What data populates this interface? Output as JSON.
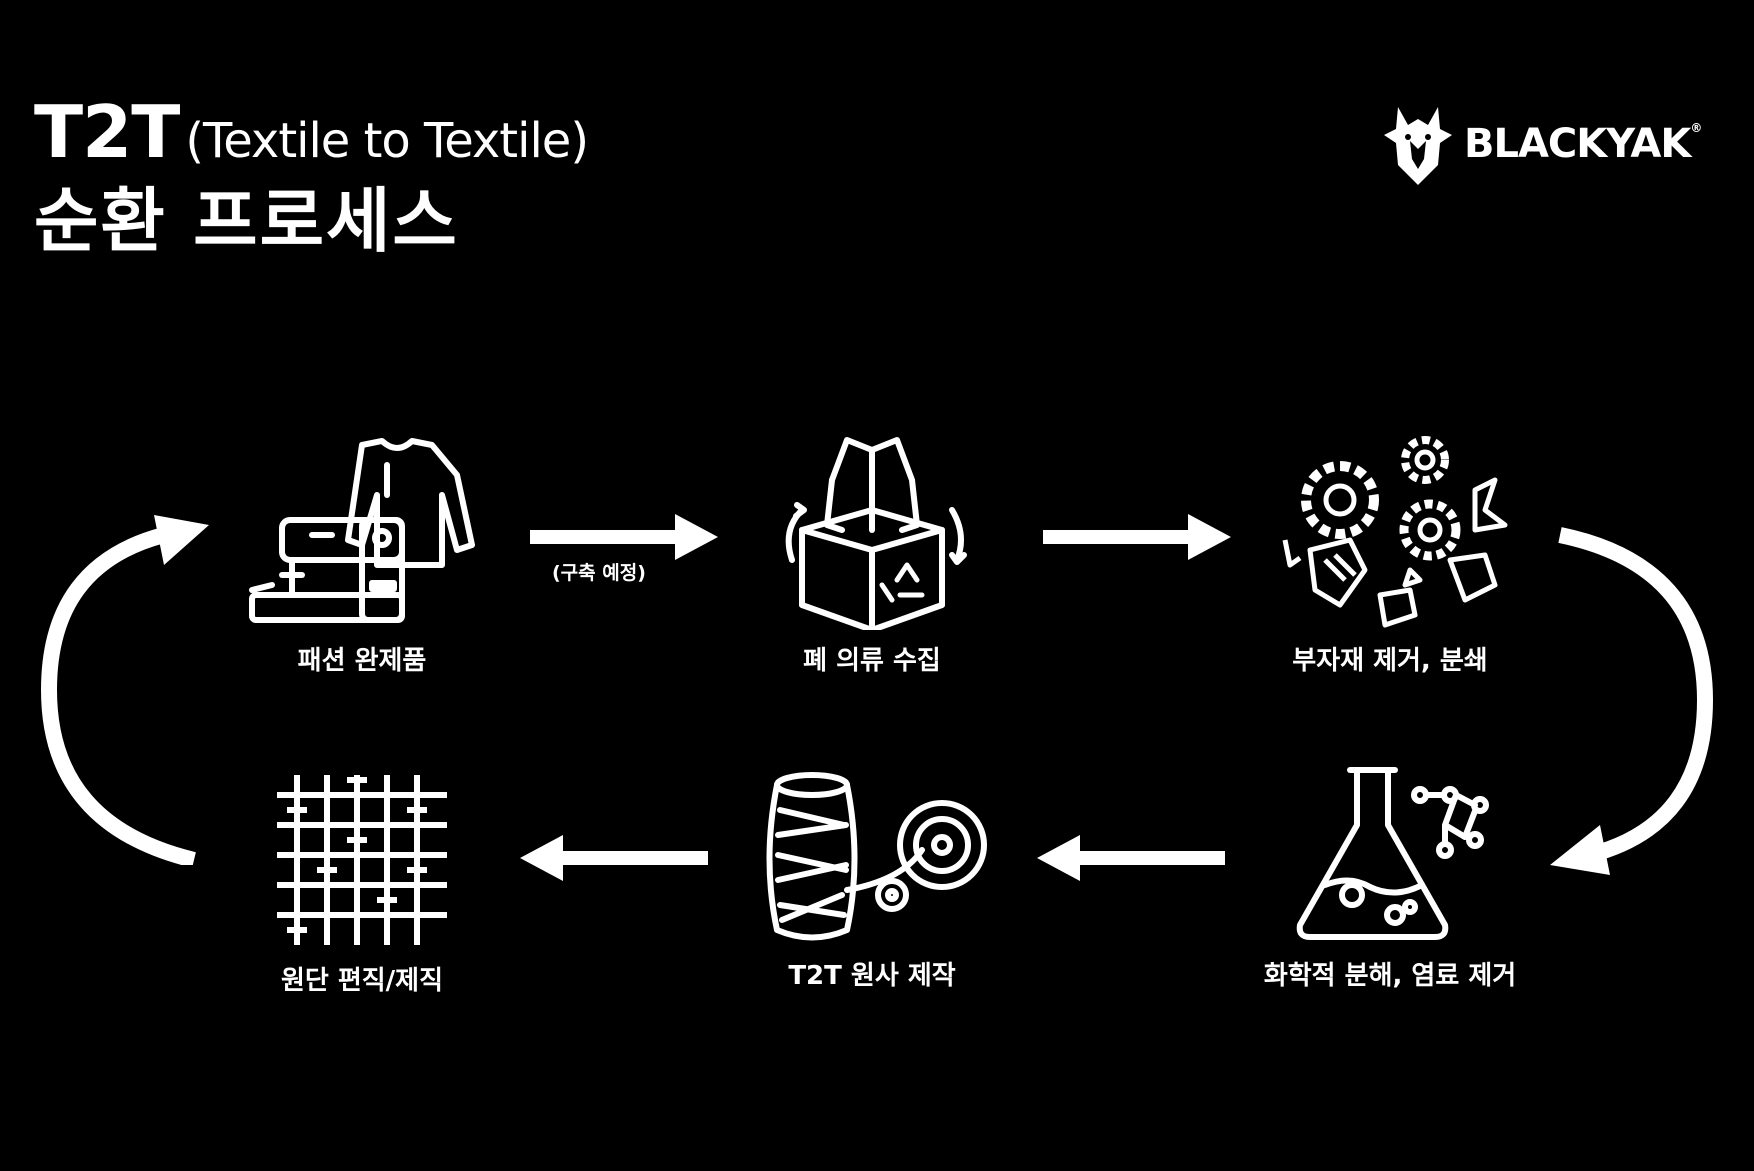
{
  "header": {
    "title_main": "T2T",
    "title_paren": "(Textile to Textile)",
    "title_line2": "순환 프로세스"
  },
  "logo": {
    "brand": "BLACKYAK",
    "reg": "®",
    "icon": "yak-head-icon"
  },
  "steps": [
    {
      "label": "패션 완제품",
      "icon": "sewing-machine-shirt-icon"
    },
    {
      "label": "폐 의류 수집",
      "icon": "clothing-collection-box-icon"
    },
    {
      "label": "부자재 제거, 분쇄",
      "icon": "gears-shredding-icon"
    },
    {
      "label": "화학적 분해, 염료 제거",
      "icon": "flask-molecule-icon"
    },
    {
      "label": "T2T 원사 제작",
      "icon": "yarn-spool-icon"
    },
    {
      "label": "원단 편직/제직",
      "icon": "woven-fabric-icon"
    }
  ],
  "notes": {
    "planned": "(구축 예정)"
  },
  "colors": {
    "background": "#000000",
    "foreground": "#ffffff"
  }
}
